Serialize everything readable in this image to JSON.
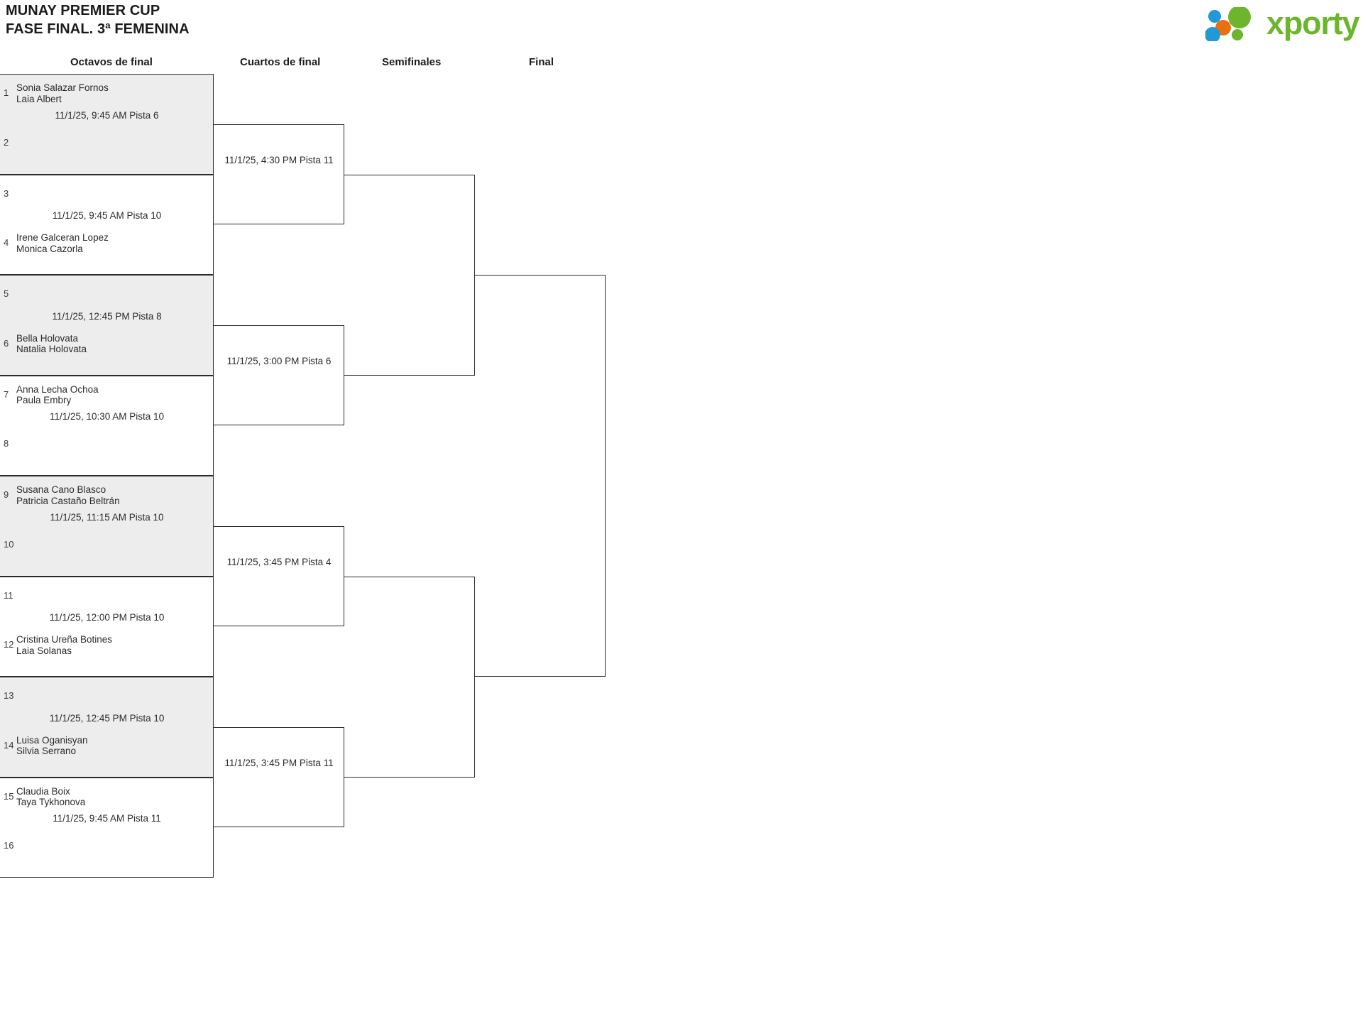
{
  "header": {
    "title_line1": "MUNAY PREMIER CUP",
    "title_line2": "FASE FINAL. 3ª FEMENINA",
    "logo_text": "xporty",
    "logo_colors": {
      "green": "#6cb52d",
      "blue": "#1f9ad6",
      "orange": "#e8700f"
    }
  },
  "rounds": [
    {
      "label": "Octavos de final"
    },
    {
      "label": "Cuartos de final"
    },
    {
      "label": "Semifinales"
    },
    {
      "label": "Final"
    }
  ],
  "octavos": [
    {
      "shaded": true,
      "info": "11/1/25, 9:45 AM Pista 6",
      "top": {
        "num": "1",
        "players": [
          "Sonia Salazar Fornos",
          "Laia Albert"
        ]
      },
      "bottom": {
        "num": "2",
        "players": []
      }
    },
    {
      "shaded": false,
      "info": "11/1/25, 9:45 AM Pista 10",
      "top": {
        "num": "3",
        "players": []
      },
      "bottom": {
        "num": "4",
        "players": [
          "Irene Galceran Lopez",
          "Monica Cazorla"
        ]
      }
    },
    {
      "shaded": true,
      "info": "11/1/25, 12:45 PM Pista 8",
      "top": {
        "num": "5",
        "players": []
      },
      "bottom": {
        "num": "6",
        "players": [
          "Bella Holovata",
          "Natalia Holovata"
        ]
      }
    },
    {
      "shaded": false,
      "info": "11/1/25, 10:30 AM Pista 10",
      "top": {
        "num": "7",
        "players": [
          "Anna Lecha Ochoa",
          "Paula Embry"
        ]
      },
      "bottom": {
        "num": "8",
        "players": []
      }
    },
    {
      "shaded": true,
      "info": "11/1/25, 11:15 AM Pista 10",
      "top": {
        "num": "9",
        "players": [
          "Susana Cano Blasco",
          "Patricia Castaño Beltrán"
        ]
      },
      "bottom": {
        "num": "10",
        "players": []
      }
    },
    {
      "shaded": false,
      "info": "11/1/25, 12:00 PM Pista 10",
      "top": {
        "num": "11",
        "players": []
      },
      "bottom": {
        "num": "12",
        "players": [
          "Cristina Ureña Botines",
          "Laia Solanas"
        ]
      }
    },
    {
      "shaded": true,
      "info": "11/1/25, 12:45 PM Pista 10",
      "top": {
        "num": "13",
        "players": []
      },
      "bottom": {
        "num": "14",
        "players": [
          "Luisa Oganisyan",
          "Silvia Serrano"
        ]
      }
    },
    {
      "shaded": false,
      "info": "11/1/25, 9:45 AM Pista 11",
      "top": {
        "num": "15",
        "players": [
          "Claudia Boix",
          "Taya Tykhonova"
        ]
      },
      "bottom": {
        "num": "16",
        "players": []
      }
    }
  ],
  "cuartos": [
    {
      "info": "11/1/25, 4:30 PM Pista 11"
    },
    {
      "info": "11/1/25, 3:00 PM Pista 6"
    },
    {
      "info": "11/1/25, 3:45 PM Pista 4"
    },
    {
      "info": "11/1/25, 3:45 PM Pista 11"
    }
  ],
  "semifinales": [
    {
      "info": ""
    },
    {
      "info": ""
    }
  ],
  "final": [
    {
      "info": ""
    }
  ]
}
